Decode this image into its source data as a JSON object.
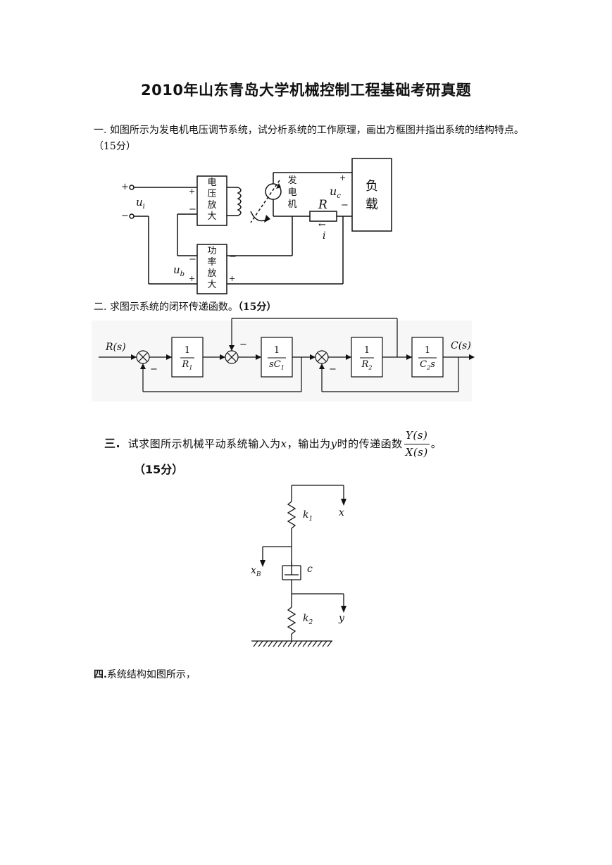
{
  "title": "2010年山东青岛大学机械控制工程基础考研真题",
  "q1": {
    "text": "一. 如图所示为发电机电压调节系统，试分析系统的工作原理，画出方框图并指出系统的结构特点。（15分）",
    "figure": {
      "amp_labels": [
        "电",
        "压",
        "放",
        "大"
      ],
      "power_amp_labels": [
        "功",
        "率",
        "放",
        "大"
      ],
      "generator_labels": [
        "发",
        "电",
        "机"
      ],
      "load_labels": [
        "负",
        "载"
      ],
      "ui": "u",
      "ui_sub": "i",
      "ub": "u",
      "ub_sub": "b",
      "uc": "u",
      "uc_sub": "c",
      "R": "R",
      "i": "i",
      "plus": "+",
      "minus": "−",
      "arrow": "←"
    }
  },
  "q2": {
    "text": "二. 求图示系统的闭环传递函数。",
    "score": "（15分）",
    "figure": {
      "input": "R(s)",
      "output": "C(s)",
      "one": "1",
      "blocks": [
        "R",
        "sC",
        "R",
        "C"
      ],
      "block_subs": [
        "1",
        "1",
        "2",
        "2"
      ],
      "block_suffix": [
        "",
        "",
        "",
        "s"
      ],
      "minus": "−"
    }
  },
  "q3": {
    "num": "三.",
    "text_a": "试求图所示机械平动系统输入为",
    "var_x": "x",
    "text_b": "，输出为",
    "var_y": "y",
    "text_c": "时的传递函数",
    "frac_top": "Y(s)",
    "frac_bot": "X(s)",
    "end": "。",
    "score": "（15分）",
    "figure": {
      "k1": "k",
      "k1_sub": "1",
      "k2": "k",
      "k2_sub": "2",
      "c": "c",
      "x": "x",
      "xB": "x",
      "xB_sub": "B",
      "y": "y"
    }
  },
  "q4": {
    "num": "四.",
    "text": "系统结构如图所示，"
  }
}
